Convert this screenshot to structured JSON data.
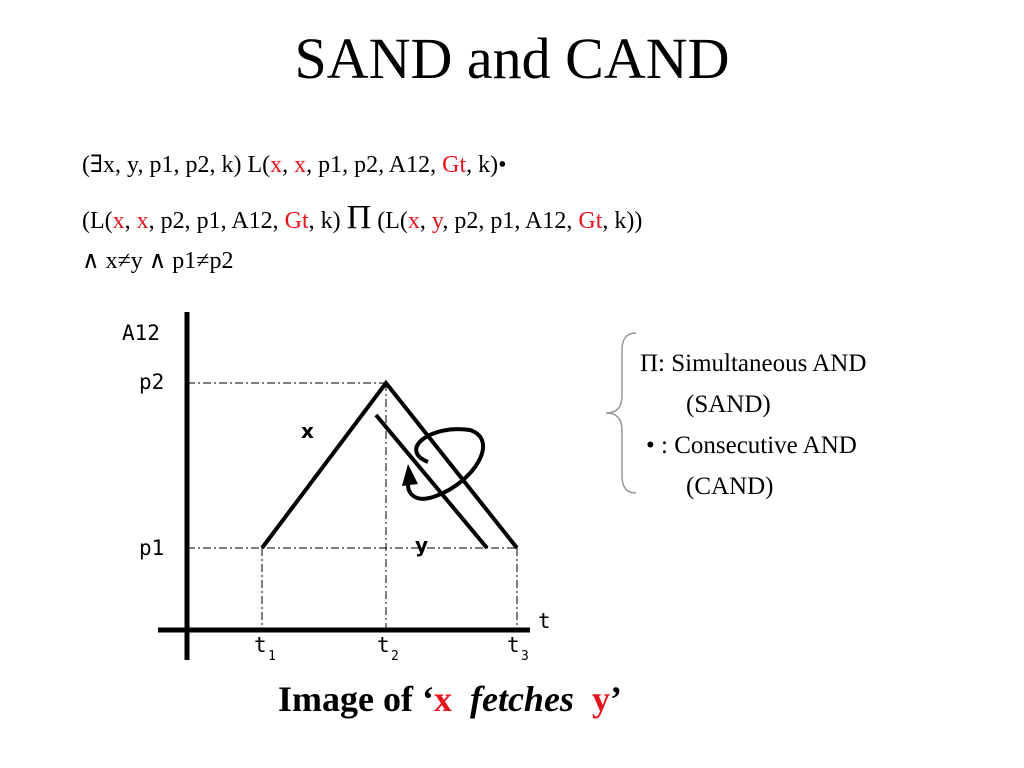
{
  "title": "SAND and CAND",
  "formula": {
    "line1": {
      "a": "(∃x, y, p1, p2, k) L(",
      "x1": "x",
      "s1": ", ",
      "x2": "x",
      "b": ", p1, p2, A12, ",
      "gt": "Gt",
      "c": ", k)•"
    },
    "line2": {
      "a": "(L(",
      "x1": "x",
      "s1": ", ",
      "x2": "x",
      "b": ", p2, p1, A12, ",
      "gt1": "Gt",
      "c": ", k) ",
      "pi": "Π",
      "d": " (L(",
      "x3": "x",
      "s2": ", ",
      "y": "y",
      "e": ", p2, p1, A12, ",
      "gt2": "Gt",
      "f": ", k))"
    },
    "line3": "∧ x≠y ∧ p1≠p2"
  },
  "diagram": {
    "y_axis_label": "A12",
    "p2_label": "p2",
    "p1_label": "p1",
    "t_axis_label": "t",
    "t1": {
      "main": "t",
      "sub": "1"
    },
    "t2": {
      "main": "t",
      "sub": "2"
    },
    "t3": {
      "main": "t",
      "sub": "3"
    },
    "x_label": "x",
    "y_label": "y"
  },
  "legend": {
    "line1": "Π: Simultaneous AND",
    "line2": "(SAND)",
    "line3": "• : Consecutive AND",
    "line4": "(CAND)"
  },
  "caption": {
    "a": "Image of ‘",
    "x": "x",
    "fetches": "fetches",
    "y": "y",
    "b": "’"
  }
}
